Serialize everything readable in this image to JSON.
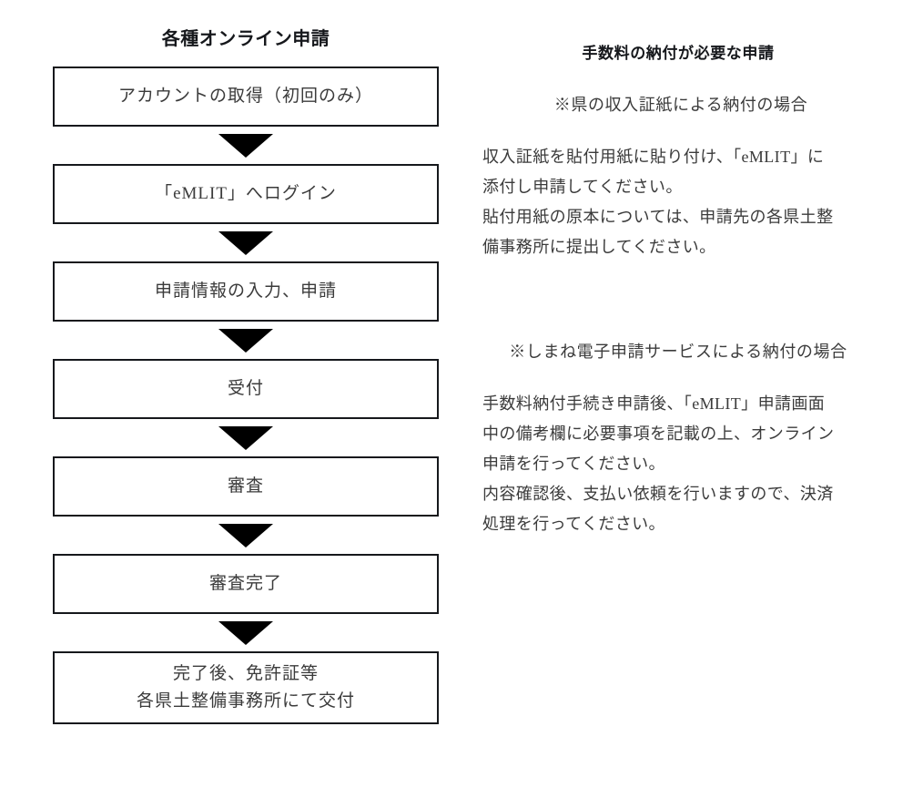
{
  "document": {
    "background_color": "#ffffff",
    "text_color": "#3b3b3b",
    "line_color": "#16181c"
  },
  "flow": {
    "title": "各種オンライン申請",
    "steps": [
      {
        "lines": [
          "アカウントの取得（初回のみ）"
        ]
      },
      {
        "lines": [
          "「eMLIT」へログイン"
        ]
      },
      {
        "lines": [
          "申請情報の入力、申請"
        ]
      },
      {
        "lines": [
          "受付"
        ]
      },
      {
        "lines": [
          "審査"
        ]
      },
      {
        "lines": [
          "審査完了"
        ]
      },
      {
        "lines": [
          "完了後、免許証等",
          "各県土整備事務所にて交付"
        ]
      }
    ],
    "connector_label": "arrow-down"
  },
  "notes": {
    "title": "手数料の納付が必要な申請",
    "sections": [
      {
        "heading": "※県の収入証紙による納付の場合",
        "lines": [
          "収入証紙を貼付用紙に貼り付け、「eMLIT」に",
          "添付し申請してください。",
          "貼付用紙の原本については、申請先の各県土整",
          "備事務所に提出してください。"
        ]
      },
      {
        "heading": "※しまね電子申請サービスによる納付の場合",
        "lines": [
          "手数料納付手続き申請後、「eMLIT」申請画面",
          "中の備考欄に必要事項を記載の上、オンライン",
          "申請を行ってください。",
          "内容確認後、支払い依頼を行いますので、決済",
          "処理を行ってください。"
        ]
      }
    ]
  }
}
